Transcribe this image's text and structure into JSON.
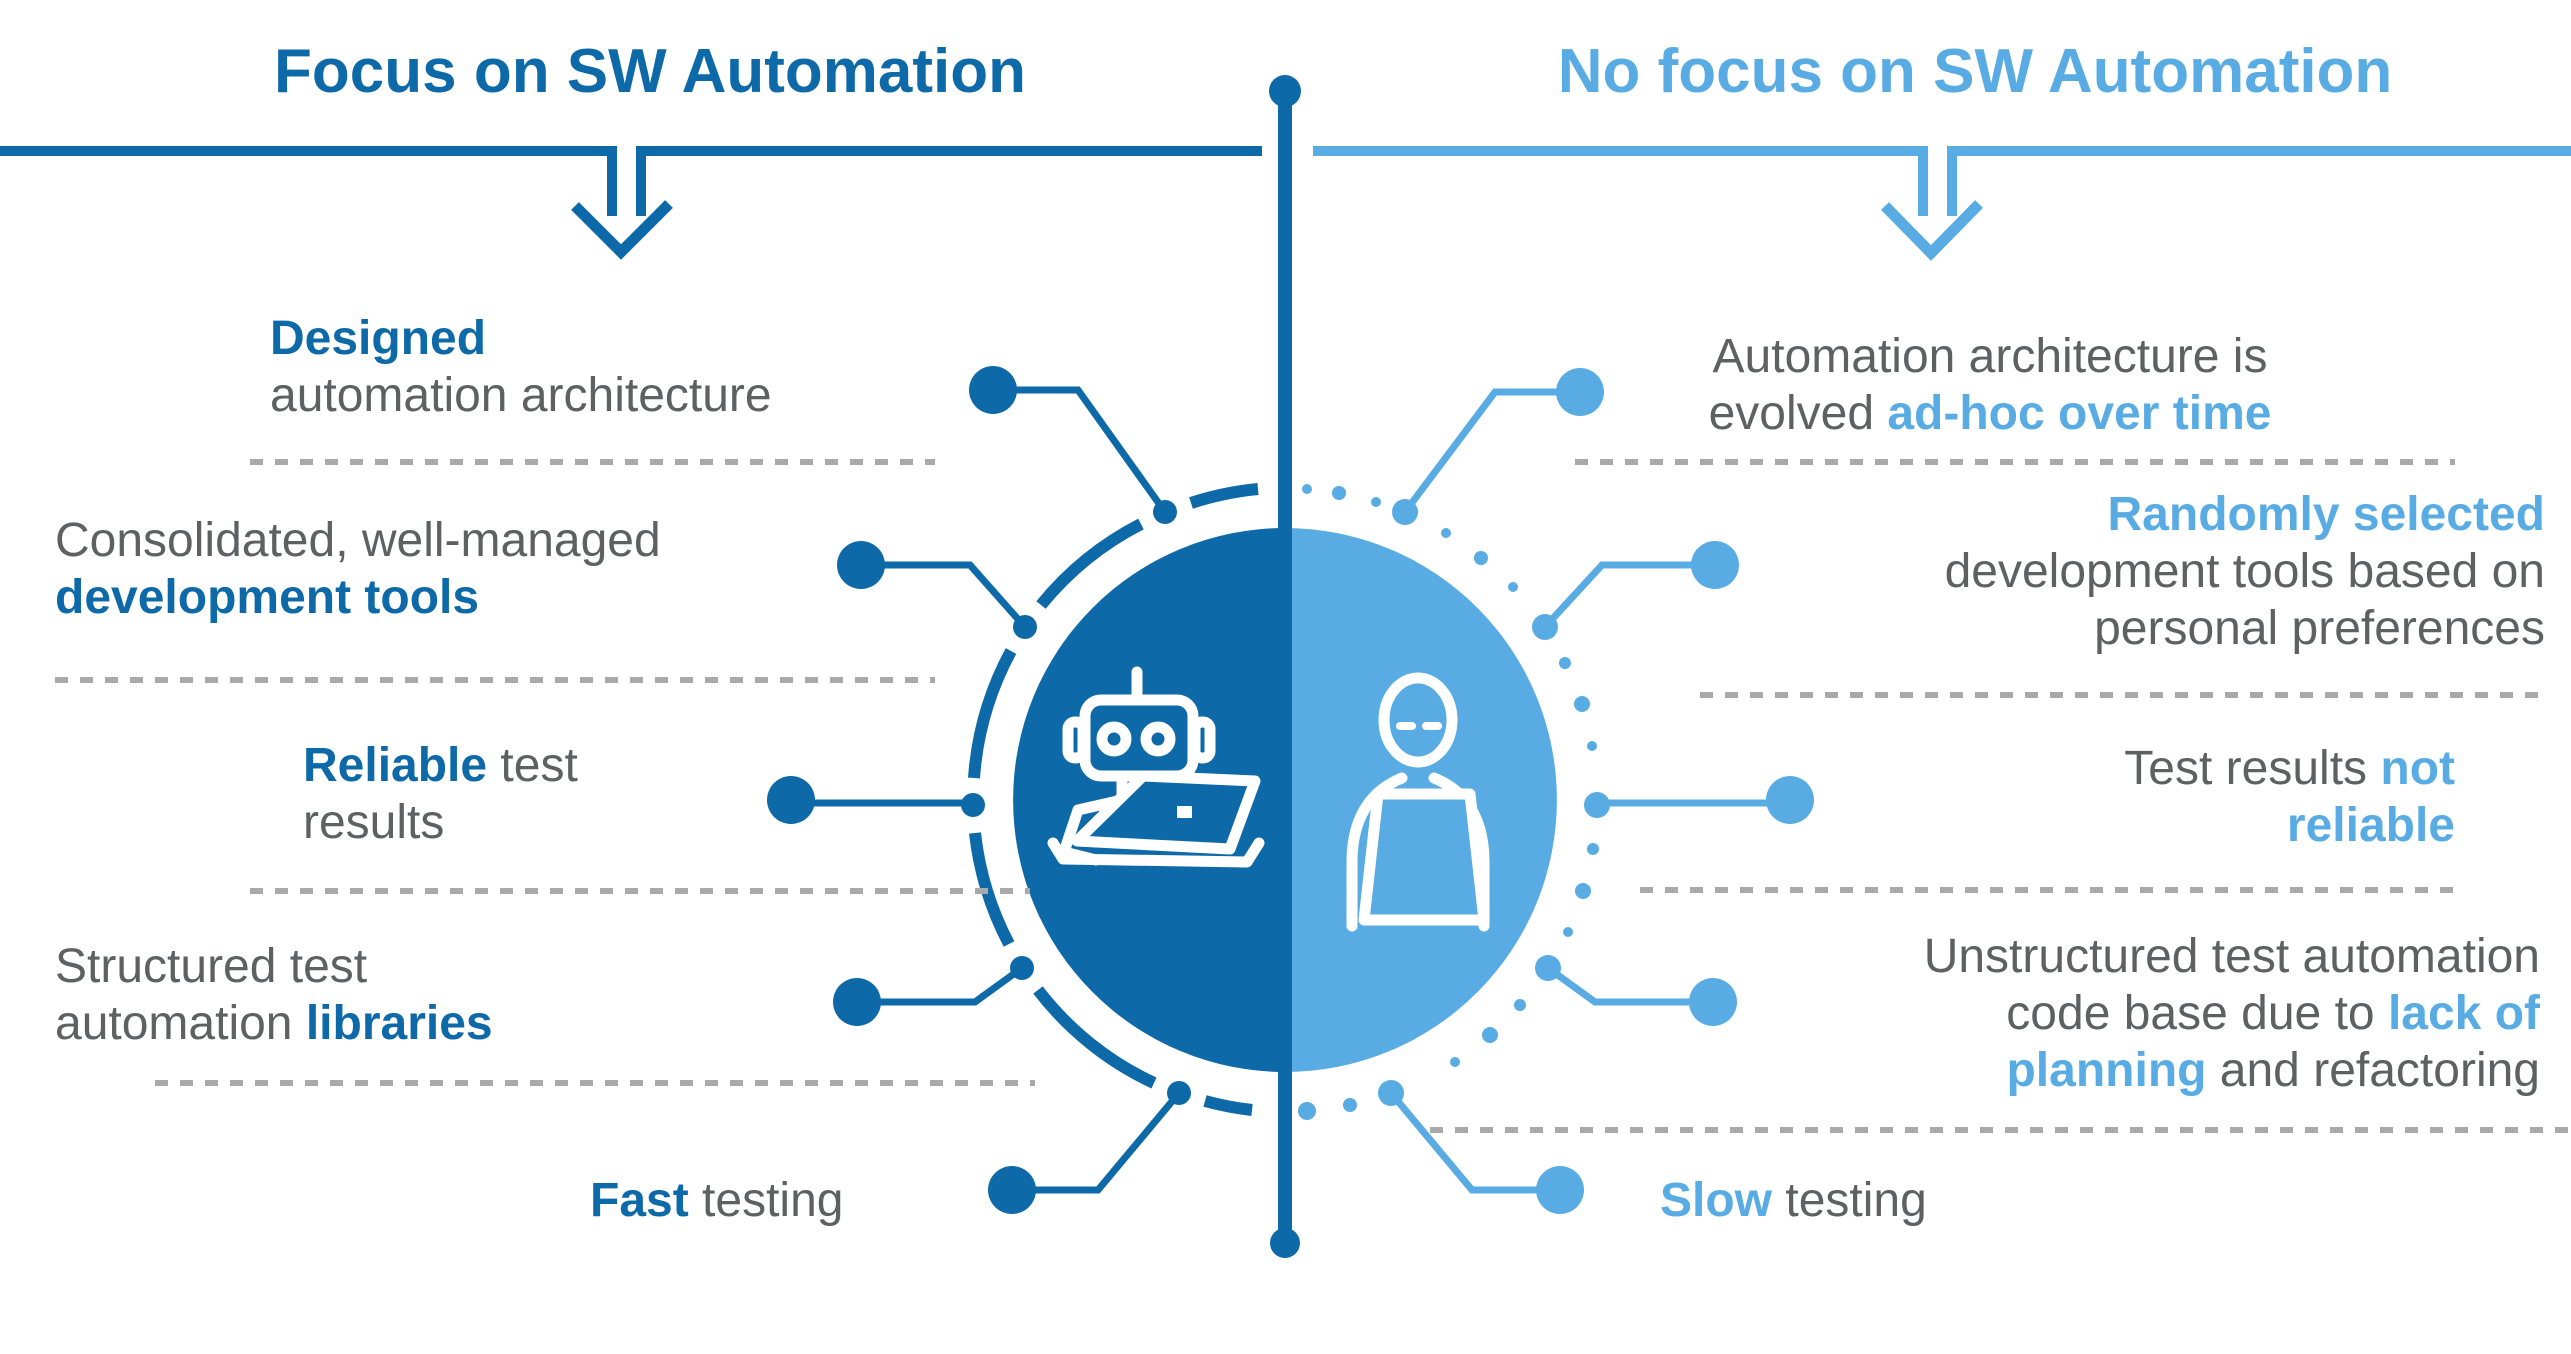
{
  "colors": {
    "dark_blue": "#0E69A8",
    "light_blue": "#59ACE3",
    "text_gray": "#5E6062",
    "dash_gray": "#A9A9A9",
    "background": "#FFFFFF"
  },
  "left": {
    "title": "Focus on SW Automation",
    "items": [
      {
        "lines": [
          [
            {
              "t": "Designed",
              "accent": true
            }
          ],
          [
            {
              "t": "automation architecture"
            }
          ]
        ]
      },
      {
        "lines": [
          [
            {
              "t": "Consolidated, well-managed"
            }
          ],
          [
            {
              "t": "development tools",
              "accent": true
            }
          ]
        ]
      },
      {
        "lines": [
          [
            {
              "t": "Reliable",
              "accent": true
            },
            {
              "t": " test"
            }
          ],
          [
            {
              "t": "results"
            }
          ]
        ]
      },
      {
        "lines": [
          [
            {
              "t": "Structured test"
            }
          ],
          [
            {
              "t": "automation "
            },
            {
              "t": "libraries",
              "accent": true
            }
          ]
        ]
      },
      {
        "lines": [
          [
            {
              "t": "Fast",
              "accent": true
            },
            {
              "t": " testing"
            }
          ]
        ]
      }
    ]
  },
  "right": {
    "title": "No focus on SW Automation",
    "items": [
      {
        "lines": [
          [
            {
              "t": "Automation architecture is"
            }
          ],
          [
            {
              "t": "evolved "
            },
            {
              "t": "ad-hoc over time",
              "accent": true
            }
          ]
        ]
      },
      {
        "lines": [
          [
            {
              "t": "Randomly selected",
              "accent": true
            }
          ],
          [
            {
              "t": "development tools based on"
            }
          ],
          [
            {
              "t": "personal preferences"
            }
          ]
        ]
      },
      {
        "lines": [
          [
            {
              "t": "Test results "
            },
            {
              "t": "not",
              "accent": true
            }
          ],
          [
            {
              "t": "reliable",
              "accent": true
            }
          ]
        ]
      },
      {
        "lines": [
          [
            {
              "t": "Unstructured test automation"
            }
          ],
          [
            {
              "t": "code base due to "
            },
            {
              "t": "lack of",
              "accent": true
            }
          ],
          [
            {
              "t": "planning",
              "accent": true
            },
            {
              "t": " and refactoring"
            }
          ]
        ]
      },
      {
        "lines": [
          [
            {
              "t": "Slow",
              "accent": true
            },
            {
              "t": " testing"
            }
          ]
        ]
      }
    ]
  },
  "icons": {
    "left_icon": "robot-at-laptop-icon",
    "right_icon": "person-at-laptop-icon"
  }
}
